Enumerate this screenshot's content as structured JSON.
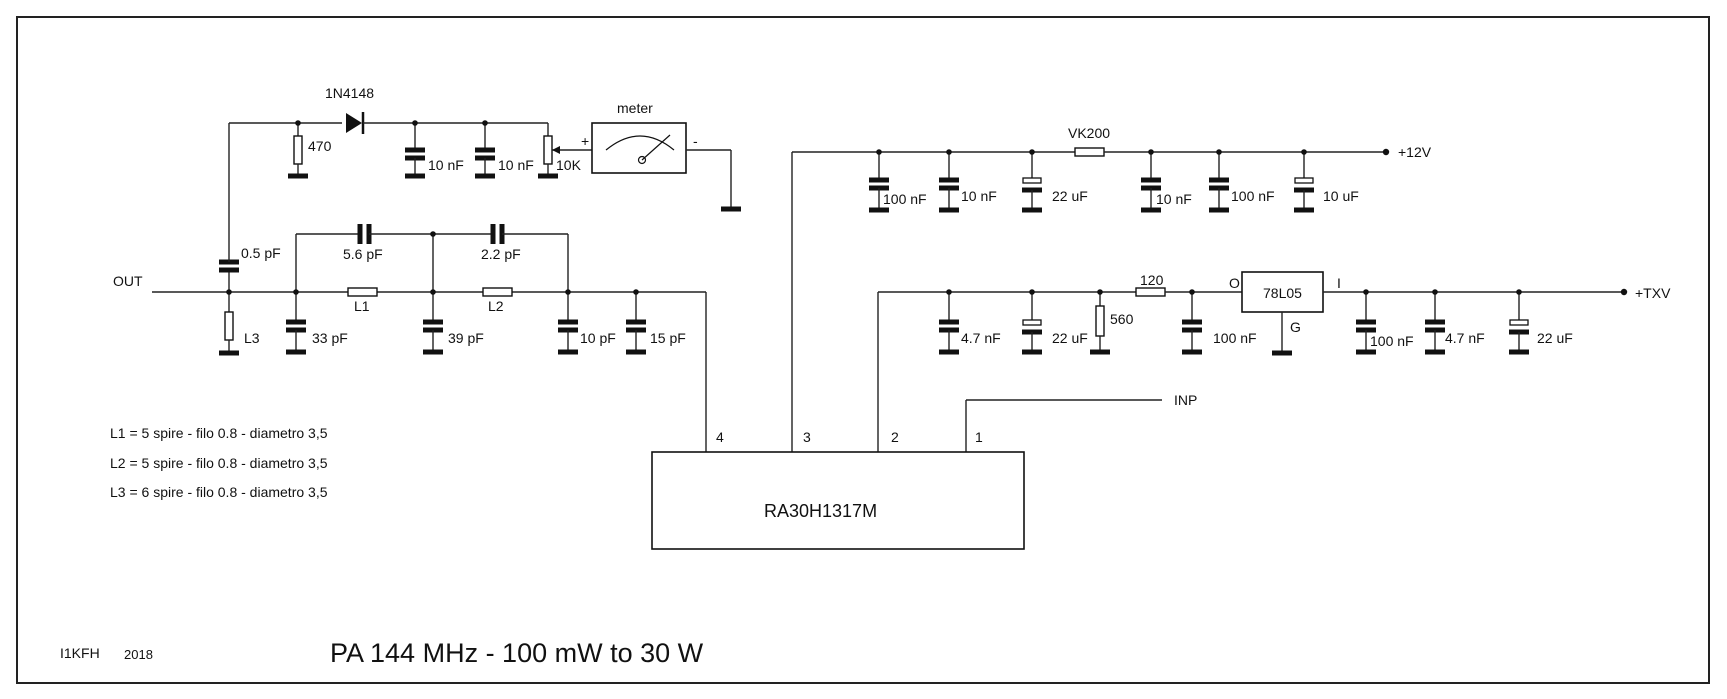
{
  "title": "PA 144 MHz - 100 mW to 30 W",
  "author": "I1KFH",
  "year": "2018",
  "module": {
    "name": "RA30H1317M",
    "pins": [
      "4",
      "3",
      "2",
      "1"
    ]
  },
  "regulator": {
    "name": "78L05",
    "pin_out": "O",
    "pin_in": "I",
    "pin_gnd": "G"
  },
  "meter": {
    "label": "meter",
    "plus": "+",
    "minus": "-"
  },
  "nets": {
    "out": "OUT",
    "inp": "INP",
    "v12": "+12V",
    "txv": "+TXV"
  },
  "components": {
    "diode": "1N4148",
    "r470": "470",
    "c_det1": "10 nF",
    "c_det2": "10 nF",
    "pot": "10K",
    "c_05": "0.5 pF",
    "c_56": "5.6 pF",
    "c_22": "2.2 pF",
    "l1": "L1",
    "l2": "L2",
    "l3": "L3",
    "c_33": "33 pF",
    "c_39": "39 pF",
    "c_10": "10 pF",
    "c_15": "15 pF",
    "vk200": "VK200",
    "c12_1": "100 nF",
    "c12_2": "10 nF",
    "c12_3": "22 uF",
    "c12_4": "10 nF",
    "c12_5": "100 nF",
    "c12_6": "10 uF",
    "r120": "120",
    "r560": "560",
    "ctx_1": "4.7 nF",
    "ctx_2": "22 uF",
    "ctx_3": "100 nF",
    "ctx_4": "100 nF",
    "ctx_5": "4.7 nF",
    "ctx_6": "22 uF"
  },
  "notes": [
    "L1 = 5 spire - filo 0.8 - diametro 3,5",
    "L2 = 5 spire - filo 0.8 - diametro 3,5",
    "L3 = 6 spire - filo 0.8 - diametro 3,5"
  ]
}
